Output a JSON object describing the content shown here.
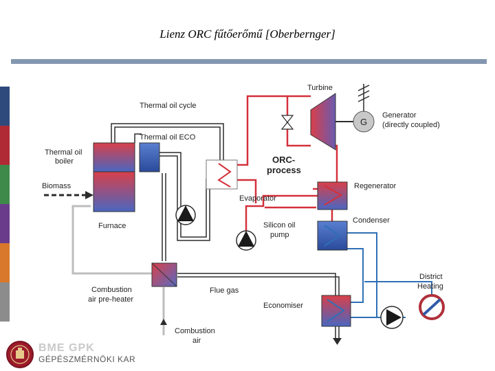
{
  "title": "Lienz ORC fűtőerőmű [Oberbernger]",
  "colors": {
    "accent_rule": "#8497b0",
    "sidebar": [
      "#2e4a7d",
      "#b02a35",
      "#3d8a4a",
      "#6a3b8a",
      "#d9772a",
      "#8c8c8c"
    ],
    "thermal_oil": "#2b2b2b",
    "orc_cycle": "#d4303a",
    "water_circuit": "#2f6fb5"
  },
  "diagram": {
    "labels": {
      "thermal_oil_cycle": "Thermal oil cycle",
      "thermal_oil_boiler_1": "Thermal oil",
      "thermal_oil_boiler_2": "boiler",
      "thermal_oil_eco": "Thermal oil ECO",
      "biomass": "Biomass",
      "furnace": "Furnace",
      "combustion_preheater_1": "Combustion",
      "combustion_preheater_2": "air pre-heater",
      "flue_gas": "Flue gas",
      "combustion_air_1": "Combustion",
      "combustion_air_2": "air",
      "turbine": "Turbine",
      "generator_1": "Generator",
      "generator_2": "(directly coupled)",
      "generator_symbol": "G",
      "orc_process_1": "ORC-",
      "orc_process_2": "process",
      "evaporator": "Evaporator",
      "regenerator": "Regenerator",
      "silicon_oil_pump_1": "Silicon oil",
      "silicon_oil_pump_2": "pump",
      "condenser": "Condenser",
      "economiser": "Economiser",
      "district_heating_1": "District",
      "district_heating_2": "Heating"
    }
  },
  "logo": {
    "main": "BME GPK",
    "sub": "GÉPÉSZMÉRNÖKI KAR"
  }
}
